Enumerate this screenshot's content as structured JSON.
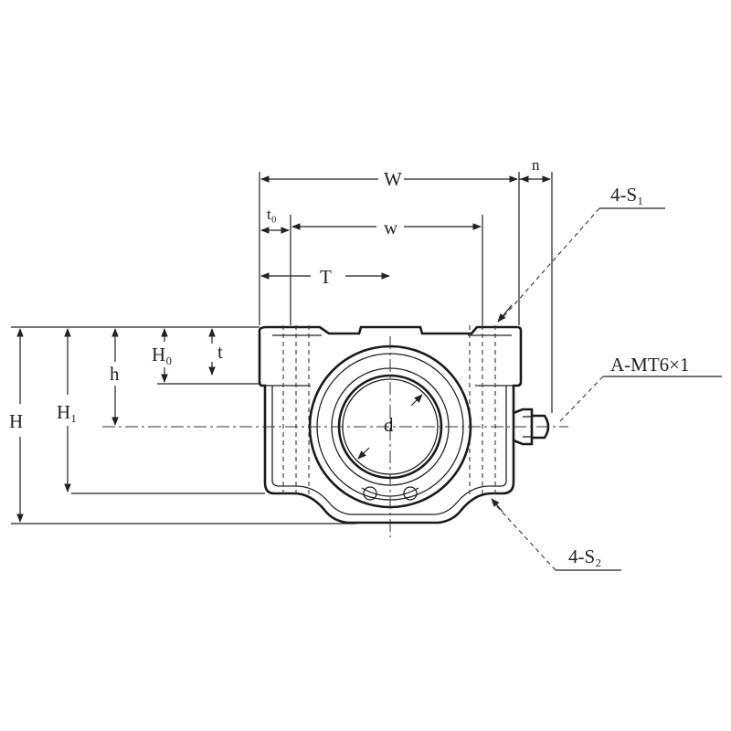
{
  "diagram": {
    "labels": {
      "W": "W",
      "n": "n",
      "t0": "t₀",
      "w": "w",
      "T": "T",
      "H0": "H₀",
      "t": "t",
      "h": "h",
      "H": "H",
      "H1": "H₁",
      "d": "d",
      "S1": "4-S₁",
      "MT": "A-MT6×1",
      "S2": "4-S₂"
    },
    "colors": {
      "line": "#1a1a1a",
      "background": "#ffffff"
    }
  }
}
